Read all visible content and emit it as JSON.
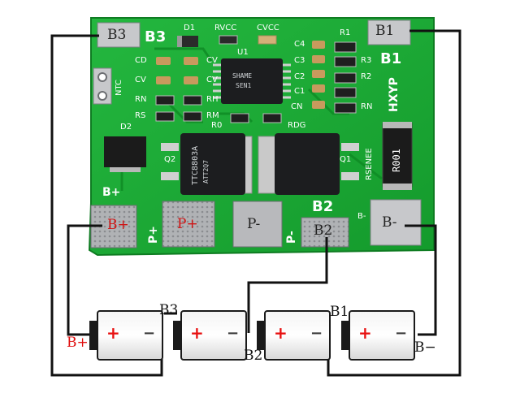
{
  "board": {
    "pad_labels": {
      "b3": "B3",
      "b1": "B1",
      "b_plus": "B+",
      "p_plus": "P+",
      "p_minus": "P-",
      "b2": "B2",
      "b_minus": "B-"
    },
    "silkscreen": {
      "b3": "B3",
      "d1": "D1",
      "rvcc": "RVCC",
      "cvcc": "CVCC",
      "r1": "R1",
      "c4": "C4",
      "r3": "R3",
      "b1": "B1",
      "c3": "C3",
      "r2": "R2",
      "c2": "C2",
      "c1": "C1",
      "hxyp": "HXYP",
      "cn": "CN",
      "rn": "RN",
      "cd": "CD",
      "cv_top": "CV",
      "cv_left": "CV",
      "cv_right": "CV",
      "ntc": "NTC",
      "rh": "RH",
      "rs": "RS",
      "rm": "RM",
      "rn_left": "RN",
      "u1": "U1",
      "d2": "D2",
      "r0": "R0",
      "rdg": "RDG",
      "q2": "Q2",
      "q1": "Q1",
      "rsense": "RSENEE",
      "b_plus": "B+",
      "p_plus": "P+",
      "p_minus": "P-",
      "b2": "B2",
      "b_minus": "B-"
    },
    "chip_markings": {
      "q2": "TTC8803A",
      "q2_sub": "ATT2Q7",
      "sense_res": "R001",
      "u1_line1": "SHAME",
      "u1_line2": "SEN1"
    }
  },
  "wiring": {
    "labels": {
      "b_plus": "B+",
      "b3": "B3",
      "b2": "B2",
      "b1": "B1",
      "b_minus": "B−"
    },
    "cells": [
      {
        "plus": "+",
        "minus": "−"
      },
      {
        "plus": "+",
        "minus": "−"
      },
      {
        "plus": "+",
        "minus": "−"
      },
      {
        "plus": "+",
        "minus": "−"
      }
    ]
  },
  "colors": {
    "pcb": "#1da836",
    "pcb_dark": "#127a25",
    "pad": "#b9babd",
    "wire": "#111111",
    "red": "#e01010"
  }
}
